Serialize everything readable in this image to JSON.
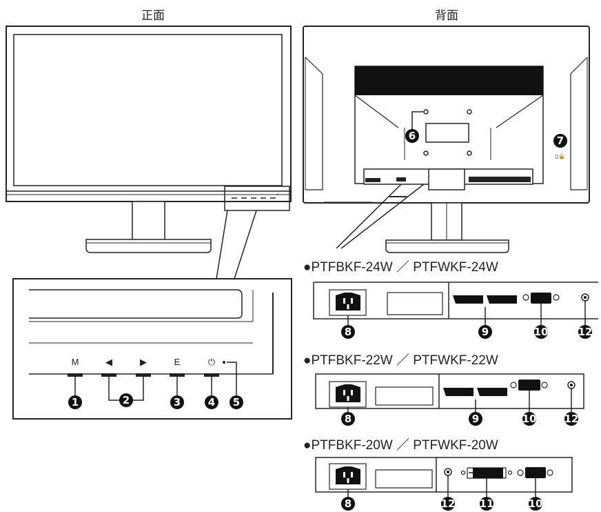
{
  "titles": {
    "front": "正面",
    "back": "背面"
  },
  "buttons": {
    "m": "M",
    "left": "◀",
    "right": "▶",
    "e": "E",
    "power": "⏻"
  },
  "callouts": {
    "c1": "1",
    "c2": "2",
    "c3": "3",
    "c4": "4",
    "c5": "5",
    "c6": "6",
    "c7": "7",
    "c8": "8",
    "c9": "9",
    "c10": "10",
    "c11": "11",
    "c12": "12"
  },
  "models": {
    "m24": "●PTFBKF-24W ／ PTFWKF-24W",
    "m22": "●PTFBKF-22W ／ PTFWKF-22W",
    "m20": "●PTFBKF-20W ／ PTFWKF-20W"
  },
  "lock_symbol": "▯🔒",
  "colors": {
    "line": "#222222",
    "badge": "#111111",
    "panel": "#ffffff"
  }
}
